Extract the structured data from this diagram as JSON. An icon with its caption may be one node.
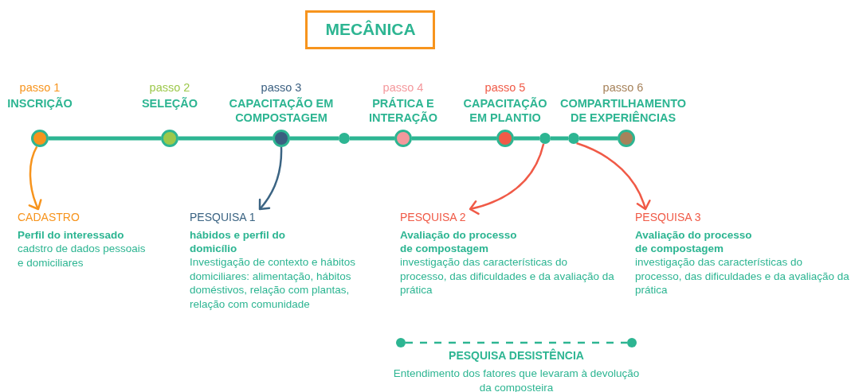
{
  "diagram": {
    "title": "MECÂNICA",
    "nodes": [
      {
        "text": [],
        "shape": "circle",
        "beside": [
          "passo 1",
          "INSCRIÇÃO"
        ]
      },
      {
        "text": [],
        "shape": "circle",
        "beside": [
          "passo 2",
          "SELEÇÃO"
        ]
      },
      {
        "text": [],
        "shape": "circle",
        "beside": [
          "passo 3",
          "CAPACITAÇÃO EM COMPOSTAGEM"
        ]
      },
      {
        "text": [],
        "shape": "circle"
      },
      {
        "text": [],
        "shape": "circle",
        "beside": [
          "passo 4",
          "PRÁTICA E INTERAÇÃO"
        ]
      },
      {
        "text": [],
        "shape": "circle",
        "beside": [
          "passo 5",
          "CAPACITAÇÃO EM PLANTIO"
        ]
      },
      {
        "text": [],
        "shape": "circle"
      },
      {
        "text": [],
        "shape": "circle"
      },
      {
        "text": [],
        "shape": "circle",
        "beside": [
          "passo 6",
          "COMPARTILHAMENTO DE EXPERIÊNCIAS"
        ]
      },
      {
        "text": [
          "CADASTRO",
          "Perfil do interessado",
          "cadstro de dados pessoais e domiciliares"
        ]
      },
      {
        "text": [
          "PESQUISA 1",
          "hábidos e perfil do domicílio",
          "Investigação de contexto e hábitos domiciliares: alimentação, hábitos doméstivos, relação com plantas, relação com comunidade"
        ]
      },
      {
        "text": [
          "PESQUISA 2",
          "Avaliação do processo de compostagem",
          "investigação das características do processo, das dificuldades e da avaliação da prática"
        ]
      },
      {
        "text": [
          "PESQUISA 3",
          "Avaliação do processo de compostagem",
          "investigação das características do processo, das dificuldades e da avaliação da prática"
        ]
      },
      {
        "text": [],
        "shape": "circle"
      },
      {
        "text": [],
        "shape": "circle"
      },
      {
        "text": [
          "PESQUISA DESISTÊNCIA",
          "Entendimento dos fatores que levaram à devolução da composteira"
        ]
      }
    ],
    "edges": [
      {
        "from": 0,
        "to": 1,
        "arrow": "none"
      },
      {
        "from": 1,
        "to": 2,
        "arrow": "none"
      },
      {
        "from": 2,
        "to": 3,
        "arrow": "none"
      },
      {
        "from": 3,
        "to": 4,
        "arrow": "none"
      },
      {
        "from": 4,
        "to": 5,
        "arrow": "none"
      },
      {
        "from": 5,
        "to": 6,
        "arrow": "none"
      },
      {
        "from": 6,
        "to": 7,
        "arrow": "none"
      },
      {
        "from": 7,
        "to": 8,
        "arrow": "none"
      },
      {
        "from": 0,
        "to": 9,
        "arrow": "to",
        "color": "#f7941d"
      },
      {
        "from": 2,
        "to": 10,
        "arrow": "to",
        "color": "#3b6483"
      },
      {
        "from": 6,
        "to": 11,
        "arrow": "to",
        "color": "#f05a47"
      },
      {
        "from": 7,
        "to": 12,
        "arrow": "to",
        "color": "#f05a47"
      },
      {
        "from": 13,
        "to": 14,
        "arrow": "none",
        "style": "dashed"
      }
    ]
  }
}
